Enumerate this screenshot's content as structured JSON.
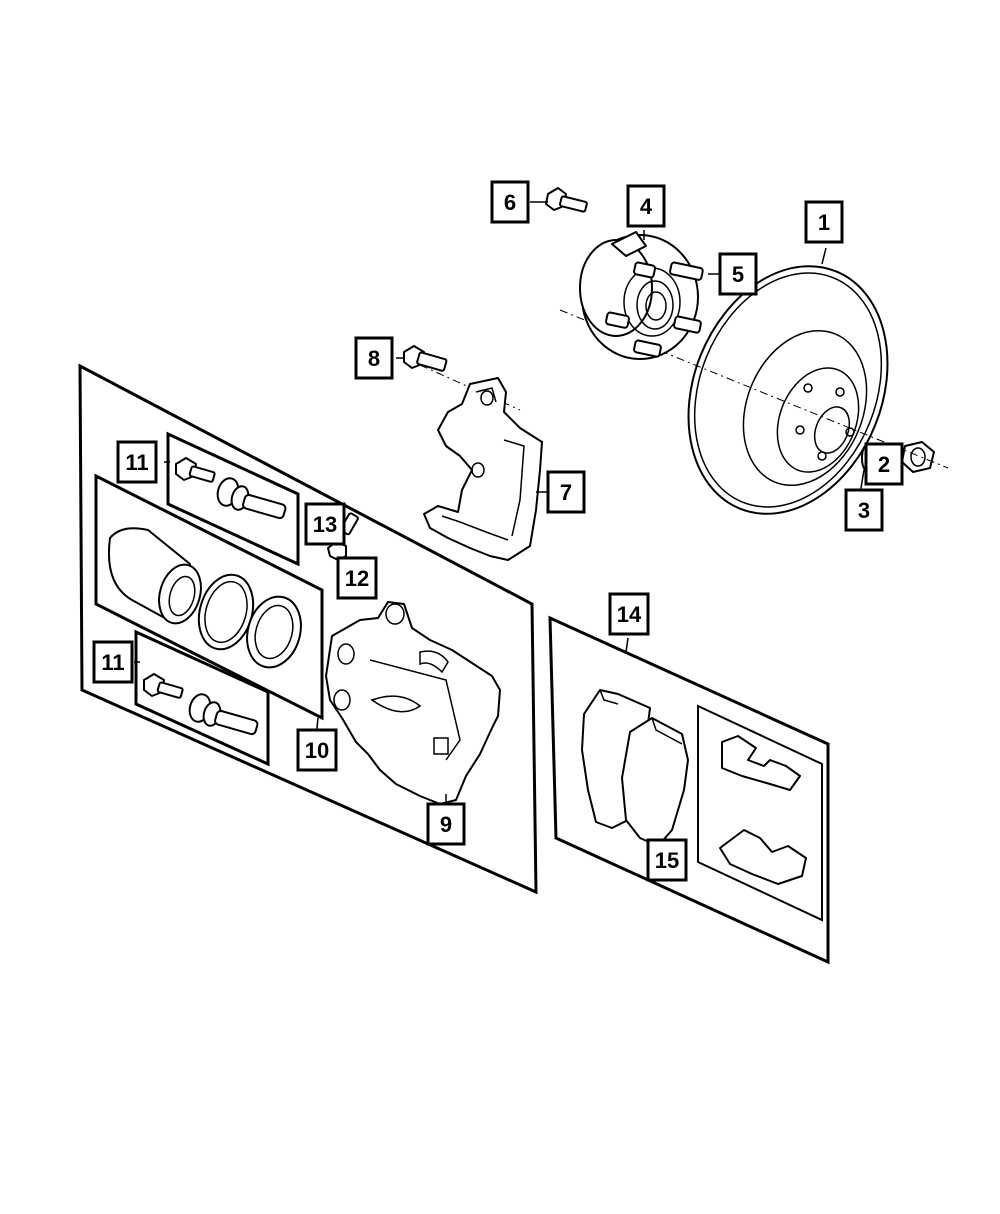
{
  "diagram": {
    "callouts": [
      {
        "id": "c1",
        "label": "1"
      },
      {
        "id": "c2",
        "label": "2"
      },
      {
        "id": "c3",
        "label": "3"
      },
      {
        "id": "c4",
        "label": "4"
      },
      {
        "id": "c5",
        "label": "5"
      },
      {
        "id": "c6",
        "label": "6"
      },
      {
        "id": "c7",
        "label": "7"
      },
      {
        "id": "c8",
        "label": "8"
      },
      {
        "id": "c9",
        "label": "9"
      },
      {
        "id": "c10",
        "label": "10"
      },
      {
        "id": "c11a",
        "label": "11"
      },
      {
        "id": "c11b",
        "label": "11"
      },
      {
        "id": "c12",
        "label": "12"
      },
      {
        "id": "c13",
        "label": "13"
      },
      {
        "id": "c14",
        "label": "14"
      },
      {
        "id": "c15",
        "label": "15"
      }
    ],
    "parts": {
      "rotor": "brake-rotor",
      "hub": "hub-and-bearing",
      "adapter": "caliper-adapter",
      "caliper": "disc-brake-caliper",
      "pads": "brake-pads"
    }
  }
}
